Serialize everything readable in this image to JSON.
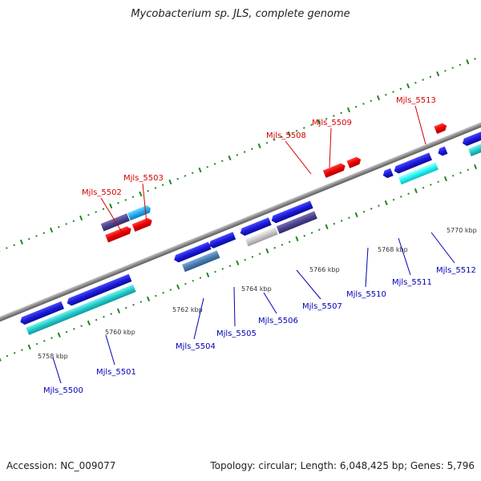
{
  "title": "Mycobacterium sp. JLS, complete genome",
  "footer": {
    "accession": "Accession: NC_009077",
    "summary": "Topology: circular; Length: 6,048,425 bp; Genes: 5,796"
  },
  "colors": {
    "forward_label": "#d40000",
    "reverse_label": "#0000b4",
    "backbone": "#888888",
    "tick": "#1a8a1a"
  },
  "kbp_ticks": [
    {
      "label": "5758 kbp"
    },
    {
      "label": "5760 kbp"
    },
    {
      "label": "5762 kbp"
    },
    {
      "label": "5764 kbp"
    },
    {
      "label": "5766 kbp"
    },
    {
      "label": "5768 kbp"
    },
    {
      "label": "5770 kbp"
    }
  ],
  "gene_labels": [
    {
      "name": "Mjls_5502",
      "strand": "forward"
    },
    {
      "name": "Mjls_5503",
      "strand": "forward"
    },
    {
      "name": "Mjls_5508",
      "strand": "forward"
    },
    {
      "name": "Mjls_5509",
      "strand": "forward"
    },
    {
      "name": "Mjls_5513",
      "strand": "forward"
    },
    {
      "name": "Mjls_5500",
      "strand": "reverse"
    },
    {
      "name": "Mjls_5501",
      "strand": "reverse"
    },
    {
      "name": "Mjls_5504",
      "strand": "reverse"
    },
    {
      "name": "Mjls_5505",
      "strand": "reverse"
    },
    {
      "name": "Mjls_5506",
      "strand": "reverse"
    },
    {
      "name": "Mjls_5507",
      "strand": "reverse"
    },
    {
      "name": "Mjls_5510",
      "strand": "reverse"
    },
    {
      "name": "Mjls_5511",
      "strand": "reverse"
    },
    {
      "name": "Mjls_5512",
      "strand": "reverse"
    }
  ]
}
